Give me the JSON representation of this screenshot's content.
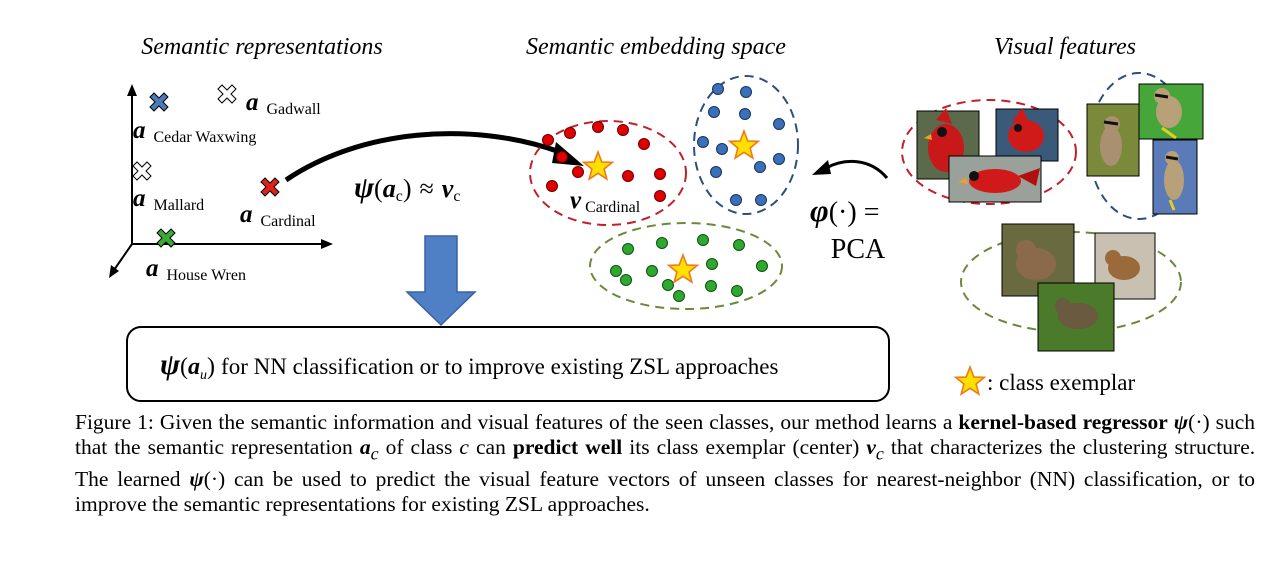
{
  "figure": {
    "headings": {
      "semantic": "Semantic representations",
      "embedding": "Semantic embedding space",
      "visual": "Visual features"
    },
    "classes": [
      {
        "name": "Cedar Waxwing",
        "color": "#4a7ab8",
        "icon": "filled-x-marker"
      },
      {
        "name": "Gadwall",
        "color": "#ffffff",
        "icon": "hollow-x-marker"
      },
      {
        "name": "Mallard",
        "color": "#ffffff",
        "icon": "hollow-x-marker"
      },
      {
        "name": "Cardinal",
        "color": "#e0201a",
        "icon": "filled-x-marker"
      },
      {
        "name": "House Wren",
        "color": "#3aaa35",
        "icon": "filled-x-marker"
      }
    ],
    "a_symbol": "a",
    "v_symbol": "v",
    "psi_equation": {
      "psi": "ψ",
      "open": "(",
      "a": "a",
      "a_sub": "c",
      "close": ")",
      "approx": "≈",
      "v": "v",
      "v_sub": "c"
    },
    "v_label_sub": "Cardinal",
    "phi_equation": {
      "phi": "φ",
      "args": "(·) =",
      "method": "PCA"
    },
    "nn_box": {
      "psi": "ψ",
      "open": "(",
      "a": "a",
      "sub": "u",
      "close": ")",
      "text": "for NN classification or to improve existing ZSL approaches"
    },
    "legend": {
      "text": ": class exemplar",
      "icon": "star-icon"
    },
    "cluster_colors": {
      "red": "#e00000",
      "blue": "#3a70b8",
      "green": "#2fa830",
      "red_edge": "#c0202a",
      "blue_edge": "#2a4f80",
      "green_edge": "#6a8a3a"
    }
  },
  "caption": {
    "label": "Figure 1:",
    "t1": "Given the semantic information and visual features of the seen classes, our method learns a",
    "b1": "kernel-based regressor",
    "psi": "ψ",
    "dot": "(·)",
    "t2": "such that the semantic representation",
    "a": "a",
    "c_sub": "c",
    "t3": "of class",
    "c_var": "c",
    "t4": "can",
    "b2": "predict well",
    "t5": "its class exemplar (center)",
    "v": "v",
    "t6": "that characterizes the clustering structure. The learned",
    "t7": "can be used to predict the visual feature vectors of unseen classes for nearest-neighbor (NN) classification, or to improve the semantic representations for existing ZSL approaches."
  }
}
